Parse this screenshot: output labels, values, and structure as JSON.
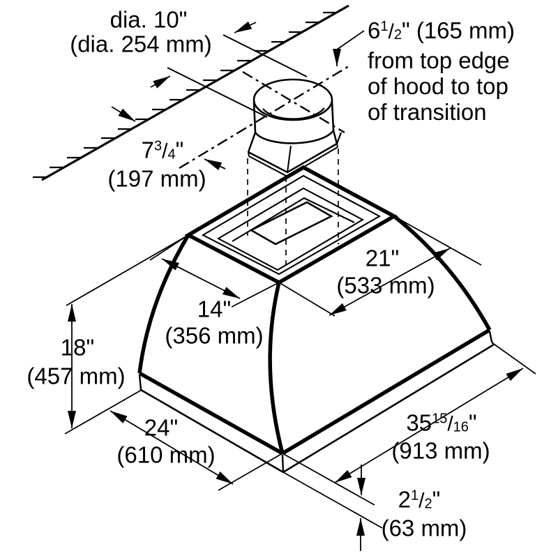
{
  "diagram": {
    "title": "Hood installation dimension drawing",
    "subject": "island ventilation hood with round duct transition and wall reference line",
    "colors": {
      "line": "#000000",
      "background": "#ffffff"
    },
    "slash": "/"
  },
  "labels": {
    "duct_diameter": {
      "line1": "dia. 10\"",
      "line2": "(dia. 254 mm)"
    },
    "transition_height": {
      "whole": "6",
      "num": "1",
      "den": "2",
      "rest": "\" (165 mm)",
      "note1": "from top edge",
      "note2": "of hood to top",
      "note3": "of transition"
    },
    "wall_to_center": {
      "whole": "7",
      "num": "3",
      "den": "4",
      "rest": "\"",
      "mm": "(197 mm)"
    },
    "top_width": {
      "in": "21\"",
      "mm": "(533 mm)"
    },
    "top_depth": {
      "in": "14\"",
      "mm": "(356 mm)"
    },
    "height": {
      "in": "18\"",
      "mm": "(457 mm)"
    },
    "bottom_depth": {
      "in": "24\"",
      "mm": "(610 mm)"
    },
    "bottom_width": {
      "whole": "35",
      "num": "15",
      "den": "16",
      "rest": "\"",
      "mm": "(913 mm)"
    },
    "rim_height": {
      "whole": "2",
      "num": "1",
      "den": "2",
      "rest": "\"",
      "mm": "(63 mm)"
    }
  }
}
